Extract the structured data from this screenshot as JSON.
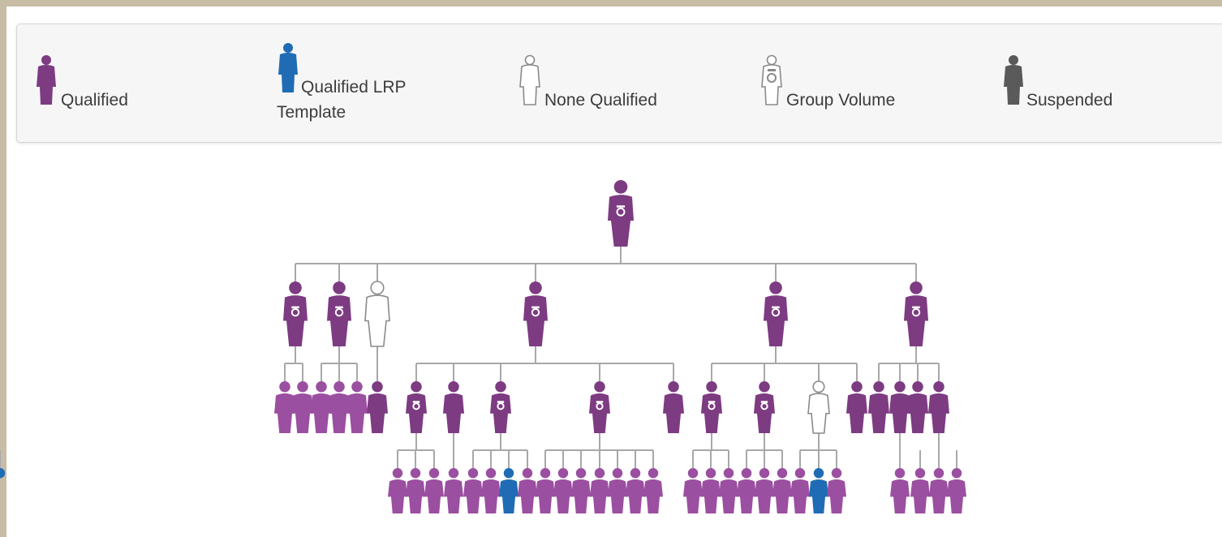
{
  "legend": {
    "items": [
      {
        "key": "qualified",
        "label": "Qualified",
        "color": "#7d3b82",
        "style": "solid"
      },
      {
        "key": "lrp",
        "label_line1": "Qualified LRP",
        "label_line2": "Template",
        "color": "#1f6cb5",
        "style": "solid"
      },
      {
        "key": "none",
        "label": "None Qualified",
        "color": "#8a8a8a",
        "style": "outline"
      },
      {
        "key": "group",
        "label": "Group Volume",
        "color": "#8a8a8a",
        "style": "outline-badge"
      },
      {
        "key": "suspended",
        "label": "Suspended",
        "color": "#5a5a5a",
        "style": "solid"
      }
    ]
  },
  "colors": {
    "qualified": "#7d3b82",
    "qualified_light": "#9b4fa0",
    "lrp": "#1f6cb5",
    "none": "#8a8a8a",
    "suspended": "#5a5a5a",
    "connector": "#a8a8a8"
  },
  "tree": {
    "type": "qualified",
    "badge": true,
    "children": [
      {
        "type": "qualified",
        "badge": true,
        "children": [
          {
            "type": "qualified_light"
          },
          {
            "type": "qualified_light"
          }
        ]
      },
      {
        "type": "qualified",
        "badge": true,
        "children": [
          {
            "type": "qualified_light"
          },
          {
            "type": "qualified_light"
          },
          {
            "type": "qualified_light"
          }
        ]
      },
      {
        "type": "none",
        "badge": false,
        "children": [
          {
            "type": "qualified"
          }
        ]
      },
      {
        "type": "qualified",
        "badge": true,
        "children": [
          {
            "type": "qualified",
            "badge": true,
            "children": [
              {
                "type": "qualified_light"
              },
              {
                "type": "qualified_light"
              },
              {
                "type": "qualified_light"
              }
            ]
          },
          {
            "type": "qualified",
            "children": [
              {
                "type": "qualified_light"
              }
            ]
          },
          {
            "type": "qualified",
            "badge": true,
            "children": [
              {
                "type": "qualified_light"
              },
              {
                "type": "qualified_light"
              },
              {
                "type": "lrp"
              },
              {
                "type": "qualified_light"
              }
            ]
          },
          {
            "type": "qualified",
            "badge": true,
            "children": [
              {
                "type": "qualified_light"
              },
              {
                "type": "qualified_light"
              },
              {
                "type": "qualified_light"
              },
              {
                "type": "qualified_light"
              },
              {
                "type": "qualified_light"
              },
              {
                "type": "qualified_light"
              },
              {
                "type": "qualified_light"
              }
            ]
          },
          {
            "type": "qualified"
          }
        ]
      },
      {
        "type": "qualified",
        "badge": true,
        "children": [
          {
            "type": "qualified",
            "badge": true,
            "children": [
              {
                "type": "qualified_light"
              },
              {
                "type": "qualified_light"
              },
              {
                "type": "qualified_light"
              }
            ]
          },
          {
            "type": "qualified",
            "badge": true,
            "children": [
              {
                "type": "qualified_light"
              },
              {
                "type": "qualified_light"
              },
              {
                "type": "qualified_light"
              }
            ]
          },
          {
            "type": "none",
            "children": [
              {
                "type": "qualified_light"
              },
              {
                "type": "lrp"
              },
              {
                "type": "qualified_light"
              }
            ]
          },
          {
            "type": "qualified"
          }
        ]
      },
      {
        "type": "qualified",
        "badge": true,
        "children": [
          {
            "type": "qualified"
          },
          {
            "type": "qualified",
            "children": [
              {
                "type": "qualified_light"
              }
            ]
          },
          {
            "type": "qualified"
          },
          {
            "type": "qualified",
            "children": [
              {
                "type": "qualified_light"
              },
              {
                "type": "qualified_light"
              },
              {
                "type": "qualified_light"
              },
              {
                "type": "lrp"
              }
            ]
          }
        ]
      }
    ]
  }
}
